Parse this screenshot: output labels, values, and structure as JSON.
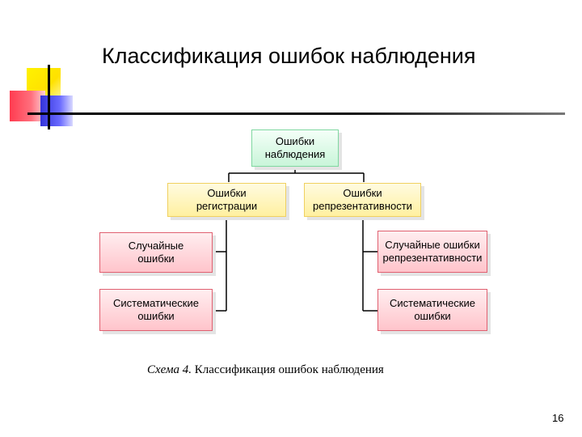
{
  "slide": {
    "title": "Классификация ошибок наблюдения",
    "page_number": "16"
  },
  "diagram": {
    "root": {
      "line1": "Ошибки",
      "line2": "наблюдения"
    },
    "registration": {
      "line1": "Ошибки",
      "line2": "регистрации"
    },
    "representativeness": {
      "line1": "Ошибки",
      "line2": "репрезентативности"
    },
    "random_errors": {
      "line1": "Случайные",
      "line2": "ошибки"
    },
    "systematic_errors": {
      "line1": "Систематические",
      "line2": "ошибки"
    },
    "random_repr_errors": {
      "line1": "Случайные ошибки",
      "line2": "репрезентативности"
    },
    "systematic_repr_errors": {
      "line1": "Систематические",
      "line2": "ошибки"
    }
  },
  "caption": {
    "label": "Схема 4.",
    "text": " Классификация ошибок наблюдения"
  },
  "colors": {
    "root_fill": "#c9f5d9",
    "level1_fill": "#fff0a0",
    "leaf_fill": "#ffc4cb",
    "leaf_border": "#e06070"
  }
}
